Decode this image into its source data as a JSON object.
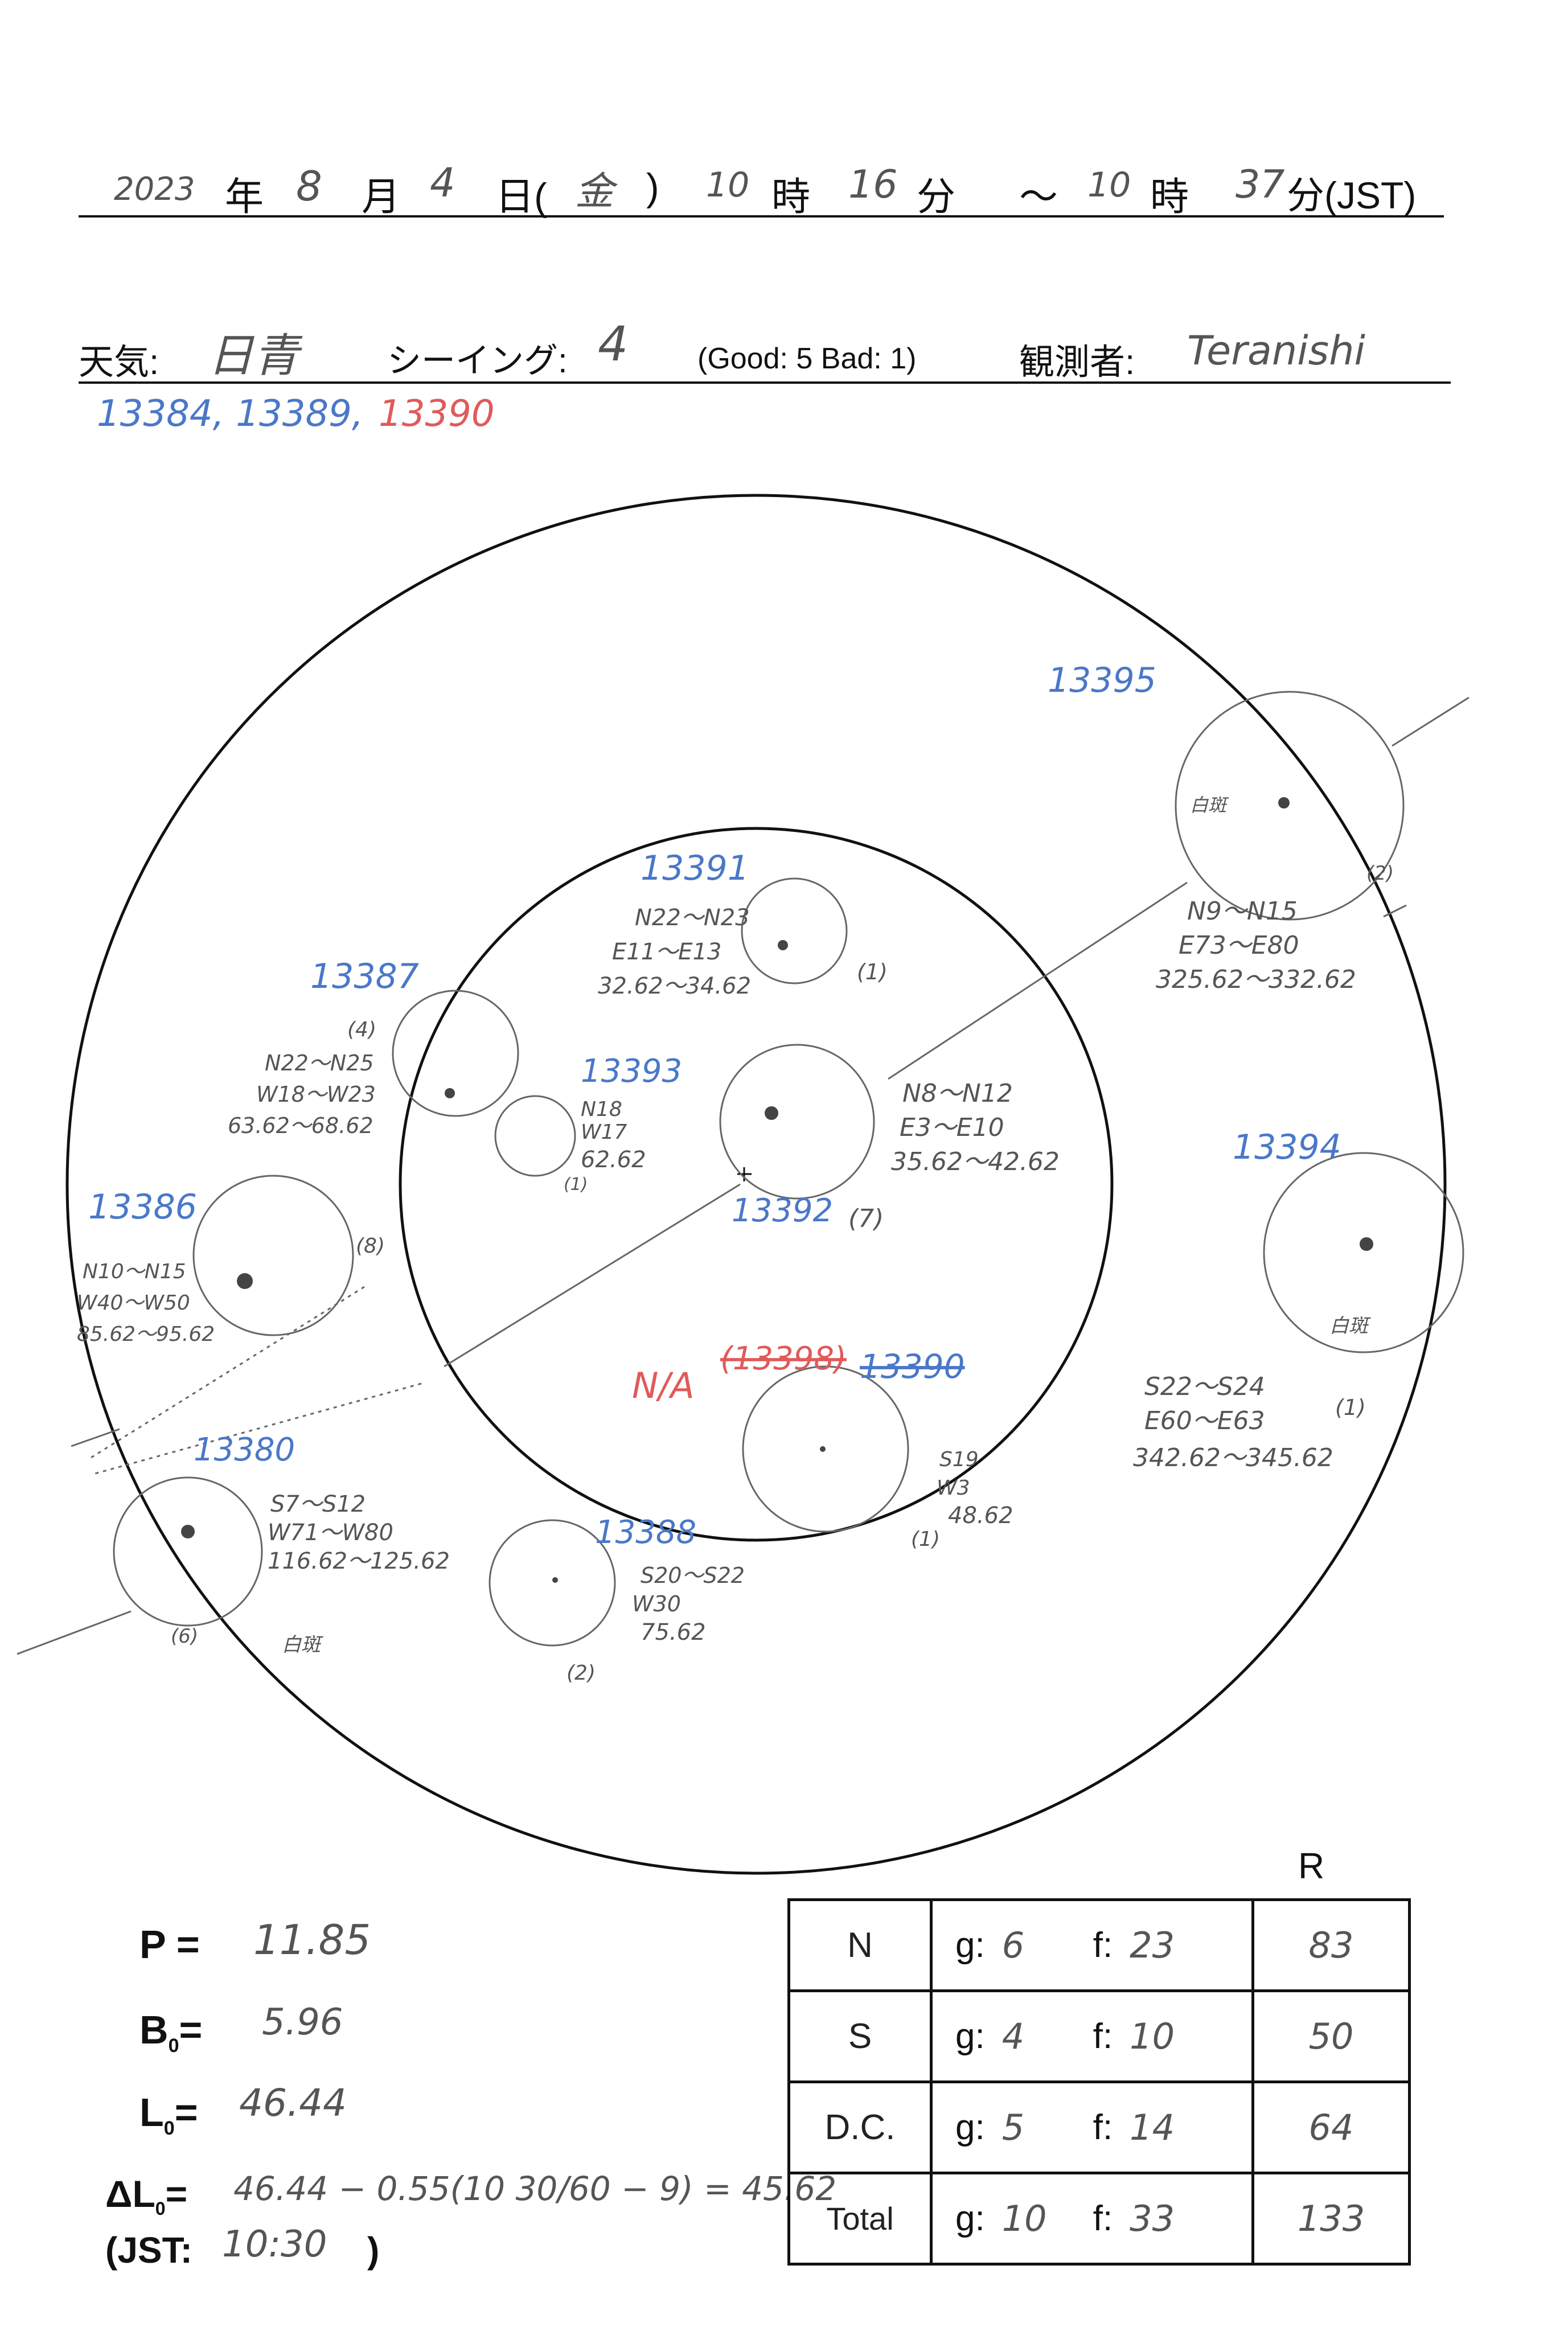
{
  "header": {
    "year": "2023",
    "year_unit": "年",
    "month": "8",
    "month_unit": "月",
    "day": "4",
    "day_unit": "日(",
    "weekday": "金",
    "paren_close": ")",
    "start_hour": "10",
    "hour_unit": "時",
    "start_min": "16",
    "min_unit": "分",
    "tilde": "～",
    "end_hour": "10",
    "end_min": "37",
    "end_min_unit": "分(JST)"
  },
  "conditions": {
    "weather_label": "天気:",
    "weather_value": "日青",
    "seeing_label": "シーイング:",
    "seeing_value": "4",
    "scale_note": "(Good: 5  Bad: 1)",
    "observer_label": "観測者:",
    "observer_value": "Teranishi"
  },
  "region_list": {
    "blue_text": "13384, 13389,",
    "red_text": "13390"
  },
  "sketch": {
    "regions": [
      {
        "num": "13395",
        "pos": "N9～N15",
        "lon": "E73～E80",
        "carr": "325.62～332.62",
        "count": "(2)",
        "note": "白斑"
      },
      {
        "num": "13391",
        "pos": "N22～N23",
        "lon": "E11～E13",
        "carr": "32.62～34.62",
        "count": "(1)"
      },
      {
        "num": "13387",
        "pos": "N22～N25",
        "lon": "W18～W23",
        "carr": "63.62～68.62",
        "count": "(4)"
      },
      {
        "num": "13393",
        "pos": "N18",
        "lon": "W17",
        "carr": "62.62",
        "count": "(1)"
      },
      {
        "num": "13392",
        "pos": "N8～N12",
        "lon": "E3～E10",
        "carr": "35.62～42.62",
        "count": "(7)"
      },
      {
        "num": "13394",
        "pos": "S22～S24",
        "lon": "E60～E63",
        "carr": "342.62～345.62",
        "count": "(1)",
        "note": "白斑"
      },
      {
        "num": "13386",
        "pos": "N10～N15",
        "lon": "W40～W50",
        "carr": "85.62～95.62",
        "count": "(8)"
      },
      {
        "num": "13380",
        "pos": "S7～S12",
        "lon": "W71～W80",
        "carr": "116.62～125.62",
        "count": "(6)",
        "note": "白斑"
      },
      {
        "num": "13388",
        "pos": "S20～S22",
        "lon": "W30",
        "carr": "75.62",
        "count": "(2)"
      },
      {
        "num": "13390",
        "pos": "S19",
        "lon": "W3",
        "carr": "48.62",
        "count": "(1)",
        "na": "N/A",
        "struck": "(13398)"
      }
    ]
  },
  "params": {
    "P_label": "P =",
    "P_value": "11.85",
    "B0_label": "B",
    "B0_sub": "0",
    "B0_eq": "=",
    "B0_value": "5.96",
    "L0_label": "L",
    "L0_sub": "0",
    "L0_eq": "=",
    "L0_value": "46.44",
    "dL0_label": "ΔL",
    "dL0_sub": "0",
    "dL0_eq": "=",
    "dL0_value": "46.44 − 0.55(10 30/60 − 9) = 45.62",
    "jst_label": "(JST:",
    "jst_value": "10:30",
    "jst_close": ")"
  },
  "table": {
    "r_header": "R",
    "g_key": "g:",
    "f_key": "f:",
    "rows": [
      {
        "label": "N",
        "g": "6",
        "f": "23",
        "r": "83"
      },
      {
        "label": "S",
        "g": "4",
        "f": "10",
        "r": "50"
      },
      {
        "label": "D.C.",
        "g": "5",
        "f": "14",
        "r": "64"
      },
      {
        "label": "Total",
        "g": "10",
        "f": "33",
        "r": "133"
      }
    ]
  }
}
